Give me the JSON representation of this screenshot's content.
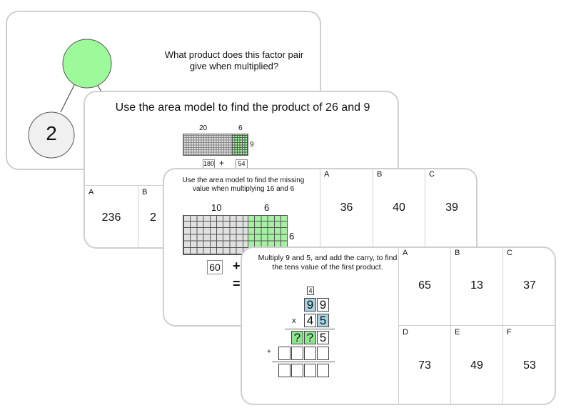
{
  "card1": {
    "question": "What product does this factor pair give when multiplied?",
    "factor": "2"
  },
  "card2": {
    "question": "Use the area model to find the product of 26 and 9",
    "top_labels": [
      "20",
      "6"
    ],
    "side_label": "9",
    "partials": [
      "180",
      "54"
    ],
    "plus": "+",
    "answers": [
      {
        "letter": "A",
        "value": "236"
      },
      {
        "letter": "B",
        "value": "2"
      }
    ]
  },
  "card3": {
    "question": "Use the area model to find the missing value when multiplying 16 and 6",
    "top_labels": [
      "10",
      "6"
    ],
    "side_label": "6",
    "partial": "60",
    "plus": "+",
    "equals": "=",
    "answers": [
      {
        "letter": "A",
        "value": "36"
      },
      {
        "letter": "B",
        "value": "40"
      },
      {
        "letter": "C",
        "value": "39"
      }
    ]
  },
  "card4": {
    "question": "Multiply 9 and 5, and add the carry, to find the tens value of the first product.",
    "carry": "4",
    "top": [
      "9",
      "9"
    ],
    "times": "x",
    "bottom": [
      "4",
      "5"
    ],
    "product": [
      "?",
      "?",
      "5"
    ],
    "plus": "+",
    "answers": [
      {
        "letter": "A",
        "value": "65"
      },
      {
        "letter": "B",
        "value": "13"
      },
      {
        "letter": "C",
        "value": "37"
      },
      {
        "letter": "D",
        "value": "73"
      },
      {
        "letter": "E",
        "value": "49"
      },
      {
        "letter": "F",
        "value": "53"
      }
    ]
  },
  "colors": {
    "green": "#9dfa9a",
    "blue": "#a6d4e2",
    "grey": "#e0e0e0"
  }
}
